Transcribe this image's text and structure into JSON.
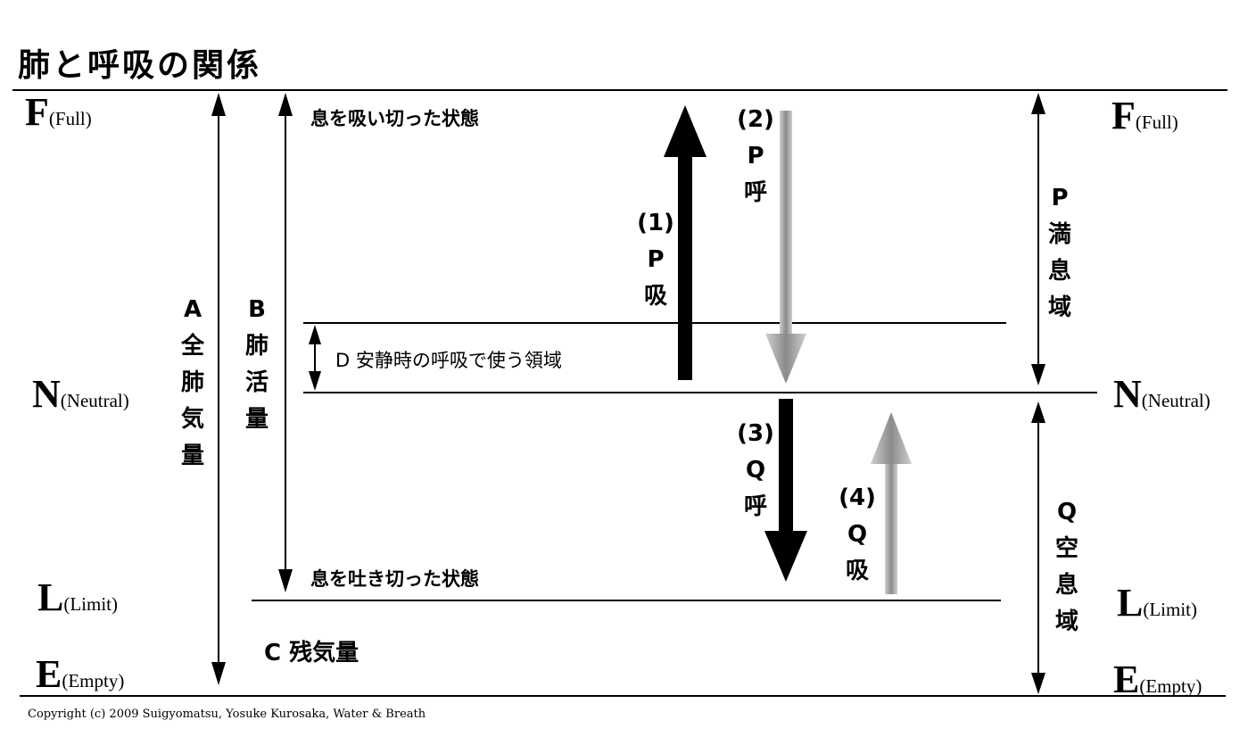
{
  "title": "肺と呼吸の関係",
  "levels": {
    "full": {
      "letter": "F",
      "sub": "(Full)"
    },
    "neutral": {
      "letter": "N",
      "sub": "(Neutral)"
    },
    "limit": {
      "letter": "L",
      "sub": "(Limit)"
    },
    "empty": {
      "letter": "E",
      "sub": "(Empty)"
    }
  },
  "volumes": {
    "a": [
      "A",
      "全",
      "肺",
      "気",
      "量"
    ],
    "b": [
      "B",
      "肺",
      "活",
      "量"
    ],
    "c": "C 残気量",
    "d": "D 安静時の呼吸で使う領域"
  },
  "states": {
    "full_state": "息を吸い切った状態",
    "empty_state": "息を吐き切った状態"
  },
  "flows": {
    "f1": [
      "(1)",
      "P",
      "吸"
    ],
    "f2": [
      "(2)",
      "P",
      "呼"
    ],
    "f3": [
      "(3)",
      "Q",
      "呼"
    ],
    "f4": [
      "(4)",
      "Q",
      "吸"
    ]
  },
  "zones": {
    "p": [
      "P",
      "満",
      "息",
      "域"
    ],
    "q": [
      "Q",
      "空",
      "息",
      "域"
    ]
  },
  "copyright": "Copyright (c) 2009 Suigyomatsu, Yosuke Kurosaka, Water & Breath",
  "colors": {
    "ink": "#000000",
    "gray_arrow": "#aaaaaa",
    "background": "#ffffff"
  }
}
